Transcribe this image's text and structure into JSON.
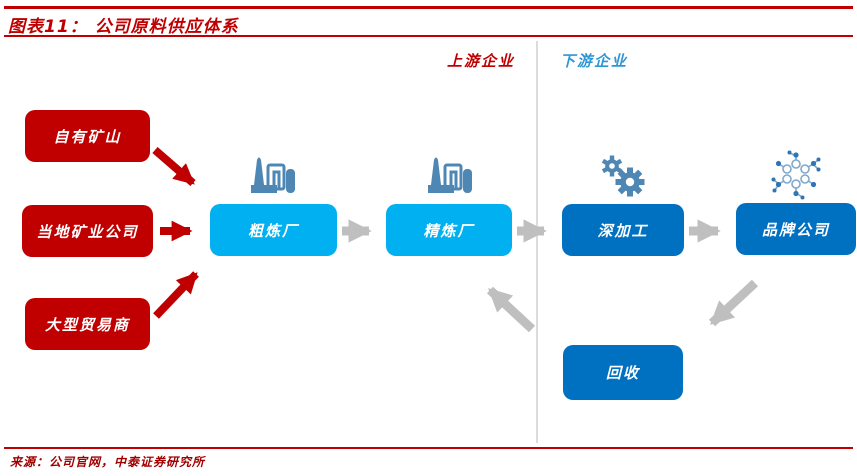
{
  "figure": {
    "title": "图表11： 公司原料供应体系",
    "source": "来源：公司官网，中泰证券研究所"
  },
  "zones": {
    "upstream_label": "上游企业",
    "downstream_label": "下游企业"
  },
  "nodes": {
    "suppliers": [
      {
        "id": "own-mine",
        "label": "自有矿山"
      },
      {
        "id": "local-mining-company",
        "label": "当地矿业公司"
      },
      {
        "id": "large-trader",
        "label": "大型贸易商"
      }
    ],
    "crude_smelter": {
      "label": "粗炼厂",
      "icon": "factory-icon"
    },
    "refinery": {
      "label": "精炼厂",
      "icon": "factory-icon"
    },
    "deep_processing": {
      "label": "深加工",
      "icon": "gears-icon"
    },
    "brand_company": {
      "label": "品牌公司",
      "icon": "molecule-icon"
    },
    "recycling": {
      "label": "回收"
    }
  },
  "edges": [
    {
      "from": "自有矿山",
      "to": "粗炼厂",
      "style": "red"
    },
    {
      "from": "当地矿业公司",
      "to": "粗炼厂",
      "style": "red"
    },
    {
      "from": "大型贸易商",
      "to": "粗炼厂",
      "style": "red"
    },
    {
      "from": "粗炼厂",
      "to": "精炼厂",
      "style": "gray"
    },
    {
      "from": "精炼厂",
      "to": "深加工",
      "style": "gray"
    },
    {
      "from": "深加工",
      "to": "品牌公司",
      "style": "gray"
    },
    {
      "from": "品牌公司",
      "to": "回收",
      "style": "gray"
    },
    {
      "from": "回收",
      "to": "精炼厂",
      "style": "gray"
    }
  ],
  "colors": {
    "accent_red": "#C00000",
    "supplier_box_red": "#C00000",
    "upstream_box_blue": "#00B0F0",
    "downstream_box_blue": "#0070C0",
    "downstream_label_blue": "#2E97D4",
    "icon_steel_blue": "#4E87B4",
    "arrow_gray": "#BFBFBF"
  }
}
